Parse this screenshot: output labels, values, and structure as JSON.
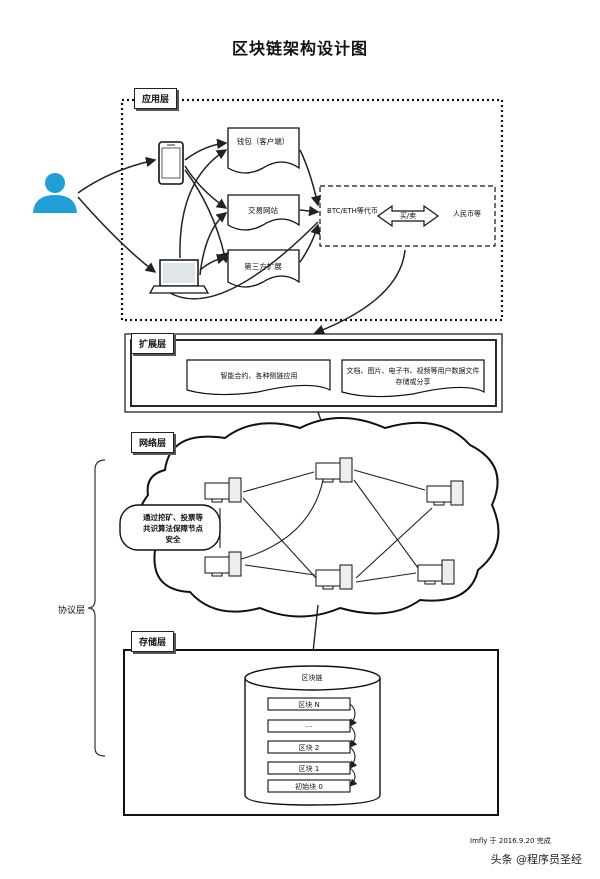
{
  "title": "区块链架构设计图",
  "layers": {
    "application": "应用层",
    "extension": "扩展层",
    "network": "网络层",
    "storage": "存储层",
    "protocol": "协议层"
  },
  "app": {
    "wallet": "钱包（客户端）",
    "exchange": "交易网站",
    "third_party": "第三方扩展",
    "currency_box": "BTC/ETH等代币",
    "buy_sell": "买/卖",
    "rmb": "人民币等"
  },
  "ext": {
    "smart_contract": "智能合约、各种侧链应用",
    "docs": "文档、图片、电子书、视频等用户数据文件存储或分享"
  },
  "net": {
    "security": "通过挖矿、投票等共识算法保障节点安全"
  },
  "storage": {
    "chain": "区块链",
    "blocks": [
      "区块 N",
      "...",
      "区块 2",
      "区块 1",
      "初始块 0"
    ]
  },
  "footer": {
    "signature": "Imfly 于 2016.9.20 完成",
    "watermark": "头条 @程序员圣经"
  },
  "colors": {
    "user": "#1e9fd6",
    "line": "#222222"
  }
}
